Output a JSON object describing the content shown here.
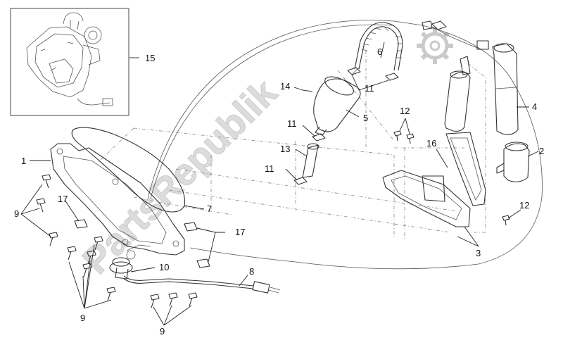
{
  "watermark": "PartsRepublik",
  "callouts": {
    "c1": "1",
    "c2": "2",
    "c3": "3",
    "c4": "4",
    "c5": "5",
    "c6": "6",
    "c7": "7",
    "c8": "8",
    "c9a": "9",
    "c9b": "9",
    "c9c": "9",
    "c10": "10",
    "c11a": "11",
    "c11b": "11",
    "c11c": "11",
    "c12a": "12",
    "c12b": "12",
    "c13": "13",
    "c14": "14",
    "c15": "15",
    "c16": "16",
    "c17a": "17",
    "c17b": "17"
  },
  "icons": {
    "watermark_logo": "gear-icon"
  }
}
